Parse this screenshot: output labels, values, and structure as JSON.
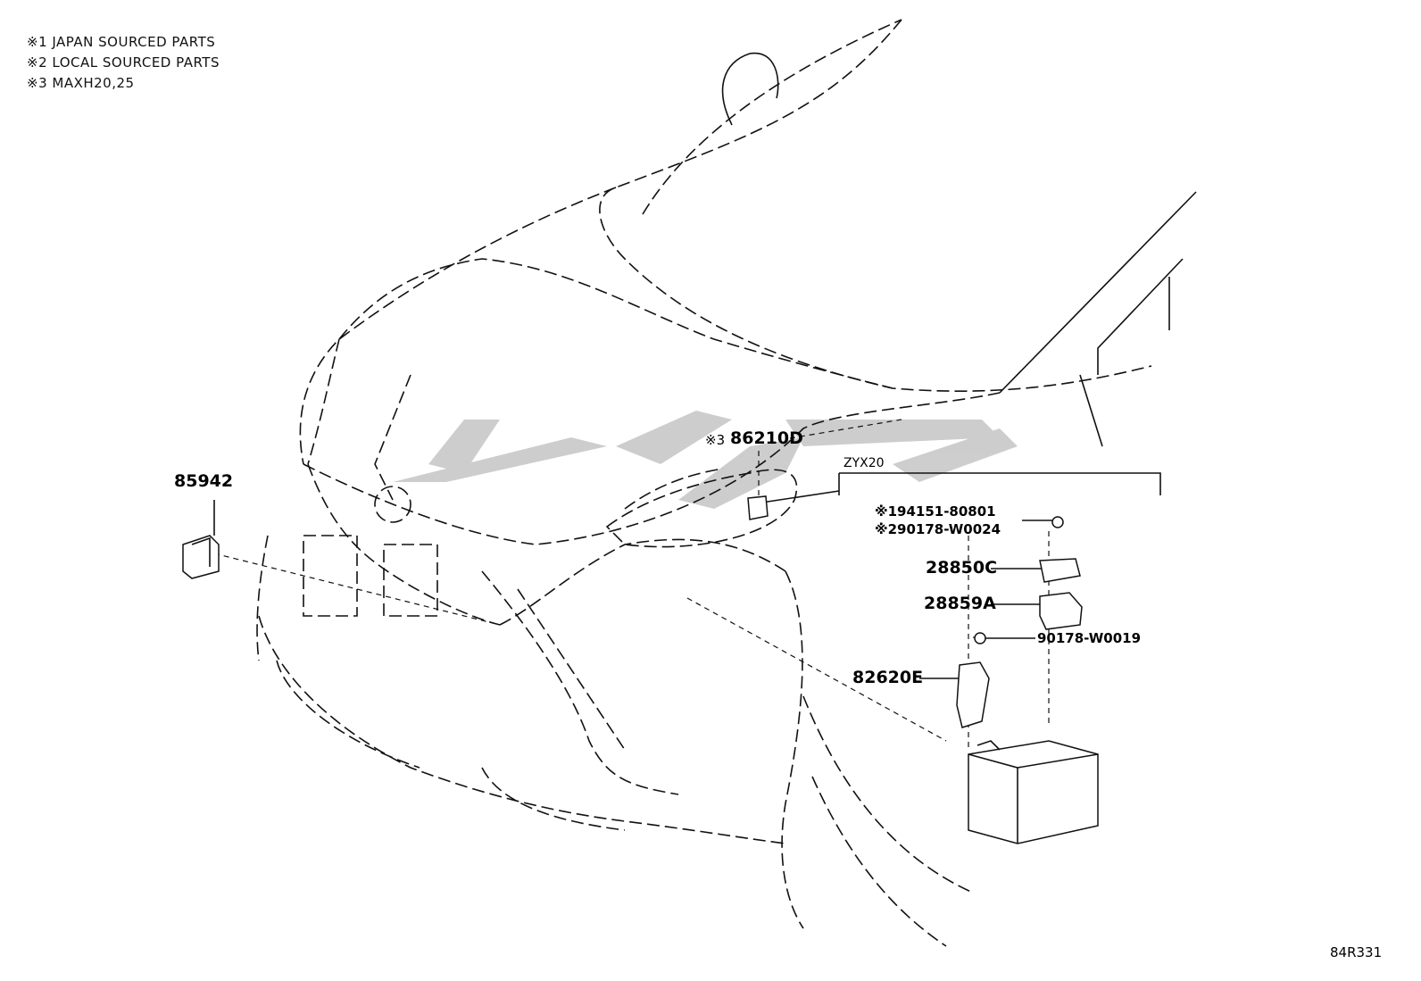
{
  "notes": [
    "※1 JAPAN SOURCED PARTS",
    "※2 LOCAL SOURCED PARTS",
    "※3 MAXH20,25"
  ],
  "labels": {
    "p85942": "85942",
    "p86210d": "86210D",
    "p86210d_note": "※3",
    "zyx20": "ZYX20",
    "p94151": "※194151-80801",
    "p90178_w0024": "※290178-W0024",
    "p28850c": "28850C",
    "p28859a": "28859A",
    "p90178_w0019": "90178-W0019",
    "p82620e": "82620E",
    "diagram_code": "84R331"
  }
}
